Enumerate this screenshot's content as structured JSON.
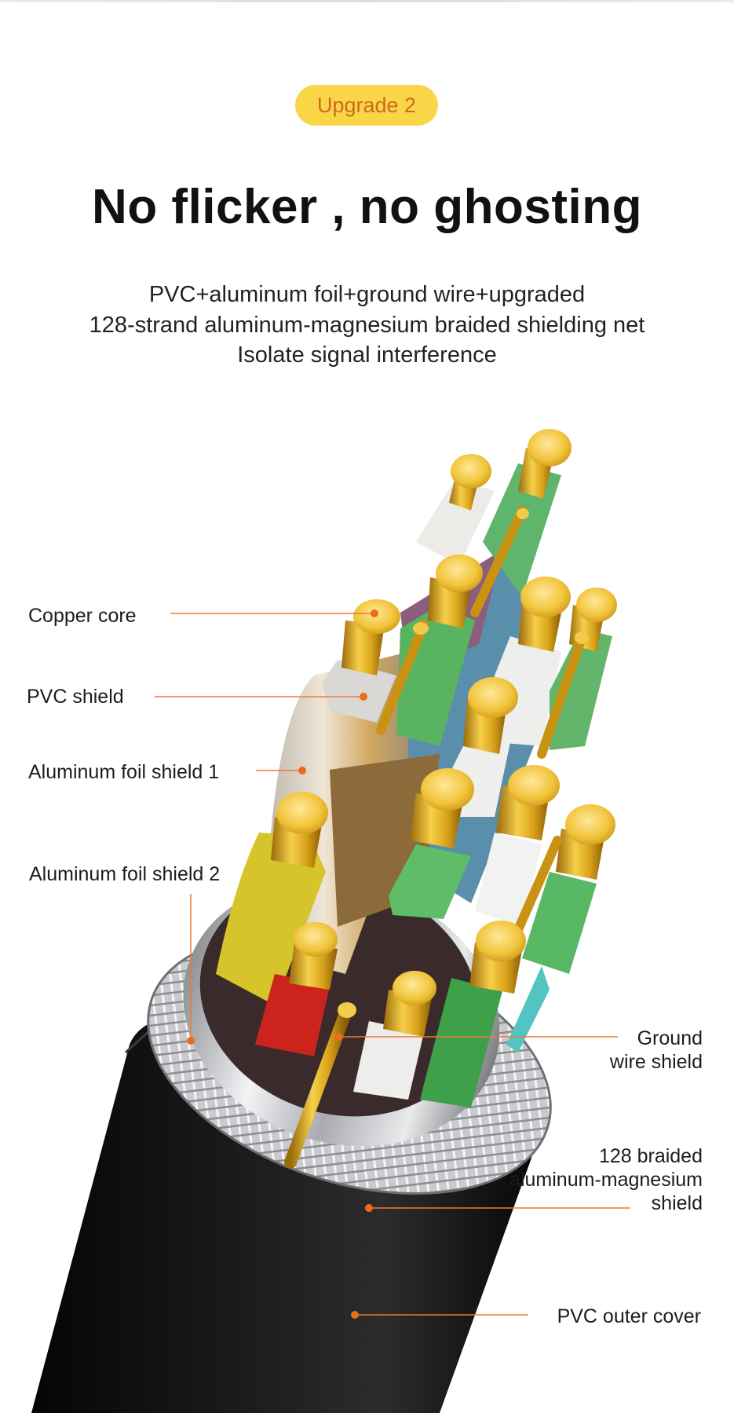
{
  "badge": {
    "text": "Upgrade 2",
    "bg": "#f9d648",
    "color": "#cf6a1f"
  },
  "headline": "No flicker , no ghosting",
  "subtitle": {
    "lines": [
      "PVC+aluminum foil+ground wire+upgraded",
      "128-strand aluminum-magnesium braided shielding net",
      "Isolate signal interference"
    ]
  },
  "labels": {
    "copper_core": "Copper core",
    "pvc_shield": "PVC shield",
    "foil_shield_1": "Aluminum foil shield 1",
    "foil_shield_2": "Aluminum foil shield 2",
    "ground_wire_shield": [
      "Ground",
      "wire shield"
    ],
    "braided_shield": [
      "128 braided",
      "aluminum-magnesium",
      "shield"
    ],
    "outer_cover": "PVC outer cover"
  },
  "colors": {
    "callout_line": "#ef7a34",
    "callout_dot": "#ee6a1c",
    "copper": "#e3ad1e",
    "outer_jacket": "#141414"
  }
}
